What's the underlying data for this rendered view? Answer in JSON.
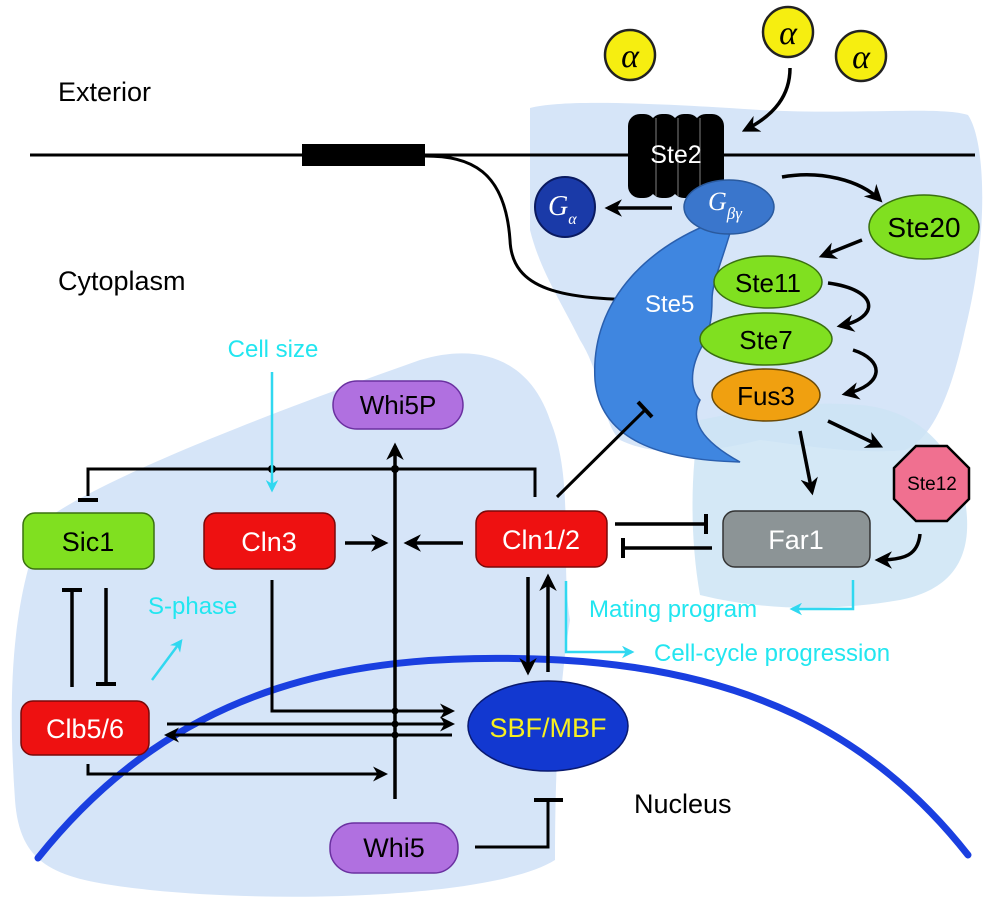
{
  "regions": {
    "exterior": "Exterior",
    "cytoplasm": "Cytoplasm",
    "nucleus": "Nucleus"
  },
  "ligands": [
    {
      "label": "α"
    },
    {
      "label": "α"
    },
    {
      "label": "α"
    }
  ],
  "receptor": {
    "label": "Ste2"
  },
  "g_alpha": {
    "main": "G",
    "sub": "α"
  },
  "g_betagamma": {
    "main": "G",
    "sub": "βγ"
  },
  "scaffold": {
    "label": "Ste5"
  },
  "kinases": {
    "ste20": "Ste20",
    "ste11": "Ste11",
    "ste7": "Ste7",
    "fus3": "Fus3"
  },
  "ste12": {
    "label": "Ste12"
  },
  "far1": {
    "label": "Far1"
  },
  "cell_cycle": {
    "sic1": "Sic1",
    "cln3": "Cln3",
    "cln12": "Cln1/2",
    "clb56": "Clb5/6",
    "whi5p": "Whi5P",
    "whi5": "Whi5",
    "sbf_mbf": "SBF/MBF"
  },
  "annotations": {
    "cell_size": "Cell size",
    "s_phase": "S-phase",
    "mating_program": "Mating program",
    "cell_cycle_progression": "Cell-cycle progression"
  },
  "colors": {
    "cyan_text": "#22e6f0",
    "region_fill": "#d6e5f8",
    "nuclear_membrane": "#1a3fe0",
    "green_node": "#80e020",
    "red_node": "#ee1111",
    "purple_node": "#b070e0",
    "orange_node": "#f0a010",
    "grey_node": "#8c9496",
    "pink_node": "#f07090",
    "ligand_yellow": "#f6ee10",
    "scaffold_blue": "#3f86e0",
    "g_alpha_blue": "#1a3aa8",
    "sbf_blue": "#1238d0",
    "sbf_text": "#f8f020"
  }
}
